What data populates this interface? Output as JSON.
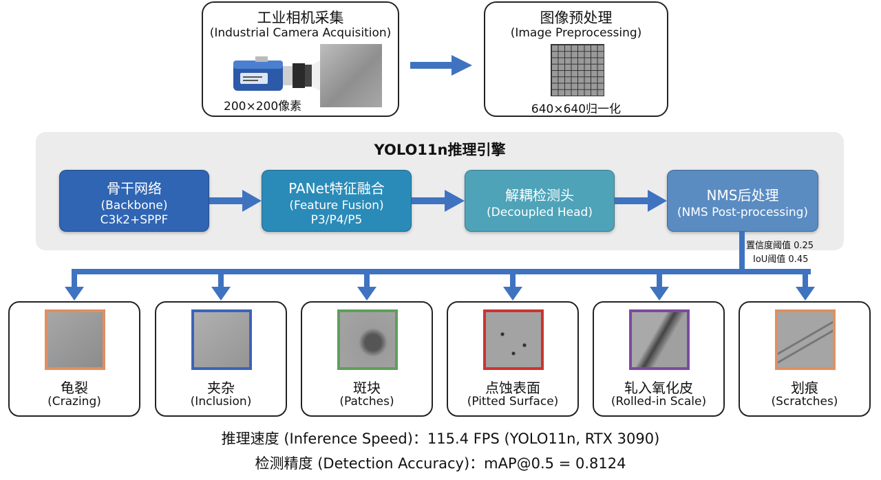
{
  "acquisition": {
    "title_zh": "工业相机采集",
    "title_en": "(Industrial Camera Acquisition)",
    "resolution": "200×200像素"
  },
  "preprocessing": {
    "title_zh": "图像预处理",
    "title_en": "(Image Preprocessing)",
    "resolution": "640×640归一化"
  },
  "engine": {
    "title": "YOLO11n推理引擎",
    "stages": [
      {
        "name_zh": "骨干网络",
        "name_en": "(Backbone)",
        "detail": "C3k2+SPPF",
        "color": "#2f65b3"
      },
      {
        "name_zh": "PANet特征融合",
        "name_en": "(Feature Fusion)",
        "detail": "P3/P4/P5",
        "color": "#2b8bb8"
      },
      {
        "name_zh": "解耦检测头",
        "name_en": "(Decoupled Head)",
        "detail": "",
        "color": "#4ea3b8"
      },
      {
        "name_zh": "NMS后处理",
        "name_en": "(NMS Post-processing)",
        "detail": "",
        "color": "#5a8cc2"
      }
    ],
    "thresholds": [
      "置信度阈值 0.25",
      "IoU阈值 0.45"
    ]
  },
  "defects": [
    {
      "name_zh": "龟裂",
      "name_en": "(Crazing)",
      "color": "#e09060"
    },
    {
      "name_zh": "夹杂",
      "name_en": "(Inclusion)",
      "color": "#3c63b8"
    },
    {
      "name_zh": "斑块",
      "name_en": "(Patches)",
      "color": "#5f9e5a"
    },
    {
      "name_zh": "点蚀表面",
      "name_en": "(Pitted Surface)",
      "color": "#cc3333"
    },
    {
      "name_zh": "轧入氧化皮",
      "name_en": "(Rolled-in Scale)",
      "color": "#7a4aa0"
    },
    {
      "name_zh": "划痕",
      "name_en": "(Scratches)",
      "color": "#e09060"
    }
  ],
  "footer": {
    "speed": "推理速度 (Inference Speed)：115.4 FPS (YOLO11n, RTX 3090)",
    "accuracy": "检测精度 (Detection Accuracy)：mAP@0.5 = 0.8124"
  },
  "colors": {
    "arrow": "#3f73c0"
  }
}
